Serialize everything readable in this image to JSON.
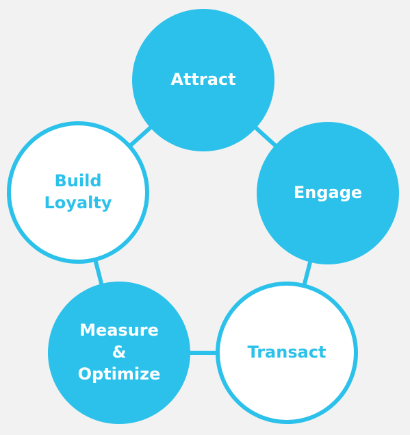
{
  "diagram": {
    "colors": {
      "accent": "#2bc1ea",
      "filled_text": "#ffffff",
      "outline_fill": "#ffffff",
      "background": "#f2f2f2"
    },
    "nodes": [
      {
        "id": "attract",
        "lines": [
          "Attract"
        ],
        "style": "filled"
      },
      {
        "id": "engage",
        "lines": [
          "Engage"
        ],
        "style": "filled"
      },
      {
        "id": "transact",
        "lines": [
          "Transact"
        ],
        "style": "outline"
      },
      {
        "id": "measure-optimize",
        "lines": [
          "Measure",
          "&",
          "Optimize"
        ],
        "style": "filled"
      },
      {
        "id": "build-loyalty",
        "lines": [
          "Build",
          "Loyalty"
        ],
        "style": "outline"
      }
    ]
  }
}
